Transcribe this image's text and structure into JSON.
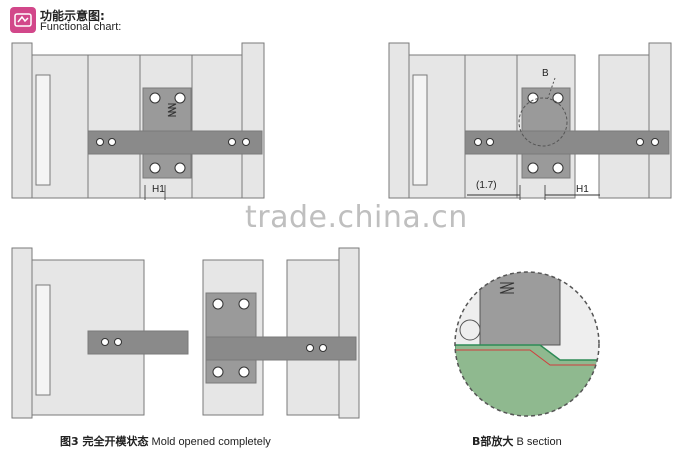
{
  "header": {
    "title": "功能示意图:",
    "subtitle": "Functional chart:",
    "logo_icon": "brand-logo-icon",
    "logo_color": "#d2478a"
  },
  "figure1": {
    "h_label": "H1"
  },
  "figure2": {
    "b_label": "B",
    "dim_label": "(1.7)",
    "h_label": "H1"
  },
  "figure3": {
    "caption_cn": "图3 完全开模状态",
    "caption_en": " Mold opened completely"
  },
  "figure4": {
    "caption_cn": "B部放大",
    "caption_en": " B section"
  },
  "watermark": "trade.china.cn",
  "colors": {
    "plate": "#e3e3e3",
    "block": "#8a8a8a",
    "stroke": "#777777",
    "detail_green": "#2e8b57",
    "detail_red": "#d23c3c"
  }
}
